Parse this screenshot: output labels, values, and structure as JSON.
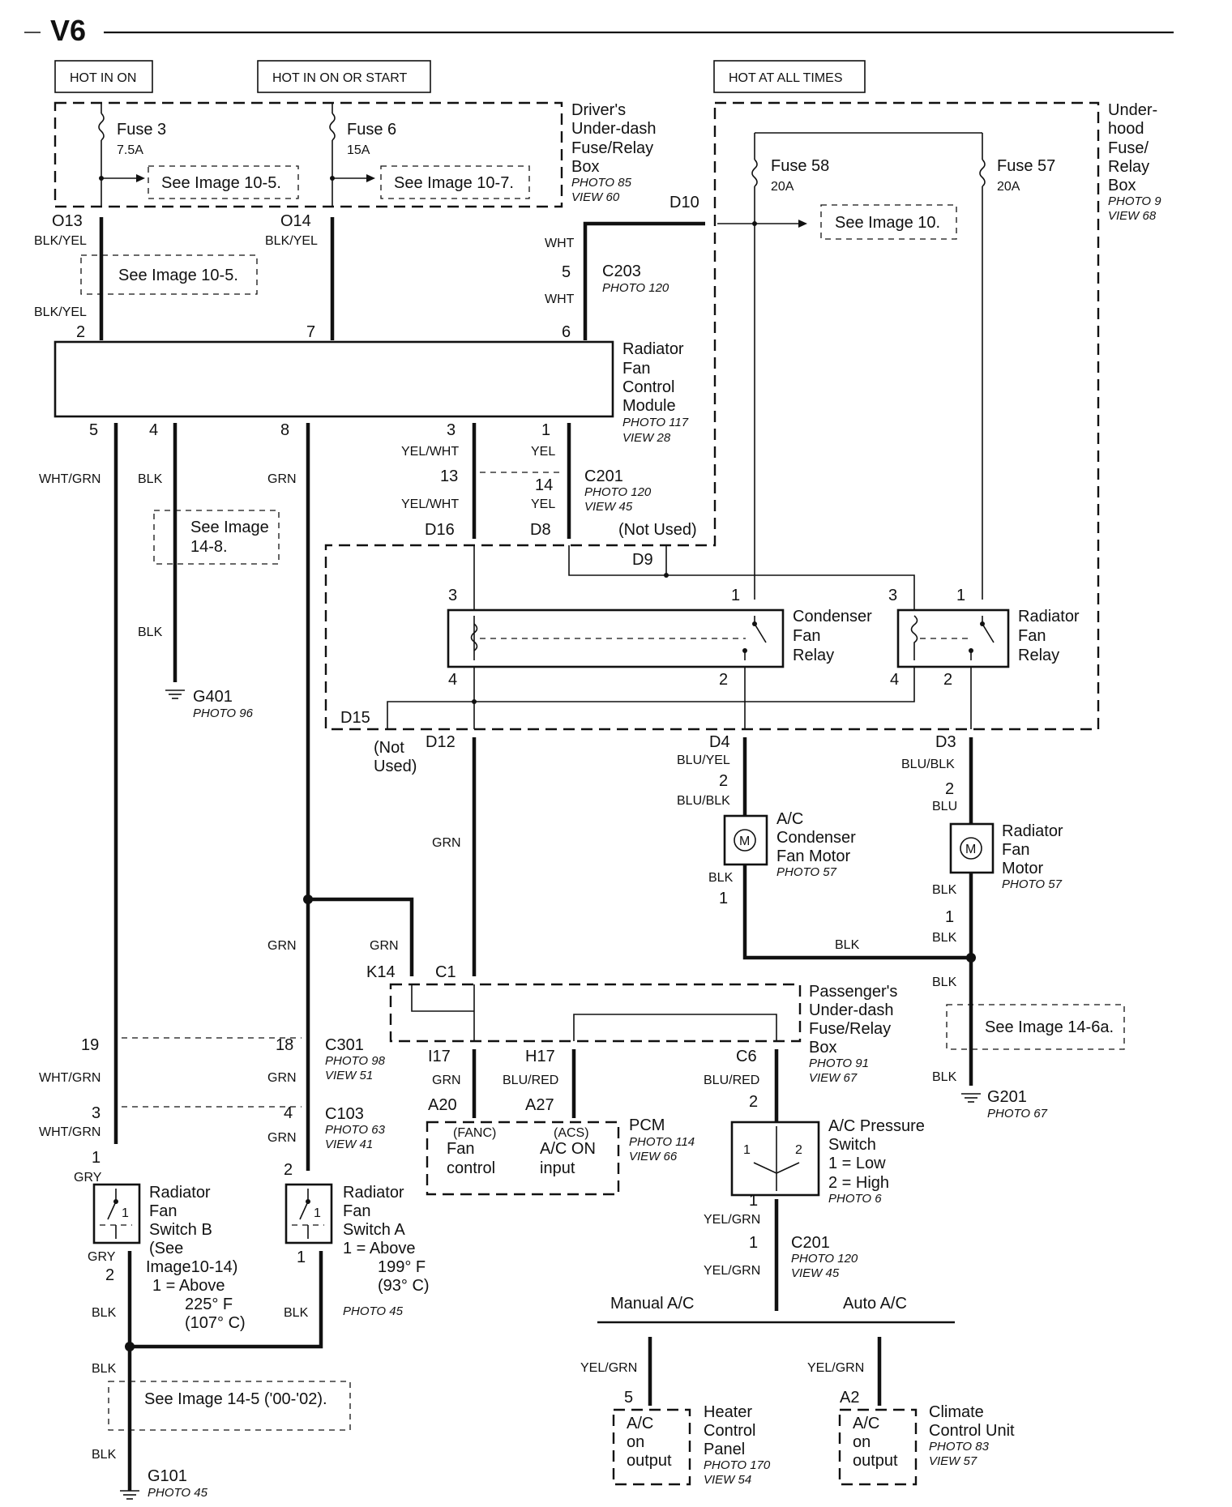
{
  "title": "V6",
  "sources": [
    "HOT IN ON",
    "HOT IN ON OR START",
    "HOT AT ALL TIMES"
  ],
  "boxes": {
    "driver_box": [
      "Driver's",
      "Under-dash",
      "Fuse/Relay",
      "Box"
    ],
    "driver_box_ref": [
      "PHOTO 85",
      "VIEW 60"
    ],
    "underhood_box": [
      "Under-",
      "hood",
      "Fuse/",
      "Relay",
      "Box"
    ],
    "underhood_box_ref": [
      "PHOTO 9",
      "VIEW 68"
    ],
    "rfcm": [
      "Radiator",
      "Fan",
      "Control",
      "Module"
    ],
    "rfcm_ref": [
      "PHOTO 117",
      "VIEW 28"
    ],
    "passenger_box": [
      "Passenger's",
      "Under-dash",
      "Fuse/Relay",
      "Box"
    ],
    "passenger_box_ref": [
      "PHOTO 91",
      "VIEW 67"
    ],
    "pcm": "PCM",
    "pcm_ref": [
      "PHOTO 114",
      "VIEW 66"
    ],
    "pcm_fanc_tag": "(FANC)",
    "pcm_fanc": [
      "Fan",
      "control"
    ],
    "pcm_acs_tag": "(ACS)",
    "pcm_acs": [
      "A/C ON",
      "input"
    ]
  },
  "fuses": {
    "fuse3": "Fuse 3",
    "fuse3_amp": "7.5A",
    "fuse6": "Fuse 6",
    "fuse6_amp": "15A",
    "fuse58": "Fuse 58",
    "fuse58_amp": "20A",
    "fuse57": "Fuse 57",
    "fuse57_amp": "20A"
  },
  "refs": {
    "see_10_5": "See Image 10-5.",
    "see_10_7": "See Image 10-7.",
    "see_10": "See Image 10.",
    "see_14_8": [
      "See Image",
      "14-8."
    ],
    "see_14_6a": "See Image 14-6a.",
    "see_14_5": "See Image 14-5 ('00-'02)."
  },
  "relays": {
    "condenser": [
      "Condenser",
      "Fan",
      "Relay"
    ],
    "radiator": [
      "Radiator",
      "Fan",
      "Relay"
    ]
  },
  "motors": {
    "ac_condenser": [
      "A/C",
      "Condenser",
      "Fan Motor"
    ],
    "ac_condenser_ref": "PHOTO 57",
    "radiator": [
      "Radiator",
      "Fan",
      "Motor"
    ],
    "radiator_ref": "PHOTO 57",
    "motor_symbol": "M"
  },
  "switches": {
    "switch_b": [
      "Radiator",
      "Fan",
      "Switch B",
      "(See",
      "Image10-14)",
      "1 = Above",
      "225° F",
      "(107° C)"
    ],
    "switch_a": [
      "Radiator",
      "Fan",
      "Switch A",
      "1 = Above",
      "199° F",
      "(93° C)"
    ],
    "switch_a_ref": "PHOTO 45",
    "pressure": [
      "A/C Pressure",
      "Switch",
      "1 = Low",
      "2 = High"
    ],
    "pressure_ref": "PHOTO 6"
  },
  "grounds": {
    "g401": "G401",
    "g401_ref": "PHOTO 96",
    "g201": "G201",
    "g201_ref": "PHOTO 67",
    "g101": "G101",
    "g101_ref": "PHOTO 45"
  },
  "connectors": {
    "c203": "C203",
    "c203_ref": "PHOTO 120",
    "c201_top": "C201",
    "c201_top_ref": [
      "PHOTO 120",
      "VIEW 45"
    ],
    "c301": "C301",
    "c301_ref": [
      "PHOTO 98",
      "VIEW 51"
    ],
    "c103": "C103",
    "c103_ref": [
      "PHOTO 63",
      "VIEW 41"
    ],
    "c201_bot": "C201",
    "c201_bot_ref": [
      "PHOTO 120",
      "VIEW 45"
    ]
  },
  "branches": {
    "manual": "Manual A/C",
    "auto": "Auto A/C",
    "heater_panel": [
      "Heater",
      "Control",
      "Panel"
    ],
    "heater_panel_ref": [
      "PHOTO 170",
      "VIEW 54"
    ],
    "climate_unit": [
      "Climate",
      "Control Unit"
    ],
    "climate_unit_ref": [
      "PHOTO 83",
      "VIEW 57"
    ],
    "ac_on_output": [
      "A/C",
      "on",
      "output"
    ]
  },
  "not_used": [
    "(Not Used)",
    "(Not",
    "Used)"
  ],
  "pins": {
    "o13": "O13",
    "o14": "O14",
    "d10": "D10",
    "d16": "D16",
    "d8": "D8",
    "d9": "D9",
    "d15": "D15",
    "d12": "D12",
    "d4": "D4",
    "d3": "D3",
    "k14": "K14",
    "c1": "C1",
    "i17": "I17",
    "h17": "H17",
    "c6": "C6",
    "a20": "A20",
    "a27": "A27",
    "a2": "A2",
    "n1": "1",
    "n2": "2",
    "n3": "3",
    "n4": "4",
    "n5": "5",
    "n6": "6",
    "n7": "7",
    "n8": "8",
    "n13": "13",
    "n14": "14",
    "n18": "18",
    "n19": "19"
  },
  "wires": {
    "blk_yel": "BLK/YEL",
    "wht": "WHT",
    "wht_grn": "WHT/GRN",
    "blk": "BLK",
    "grn": "GRN",
    "yel_wht": "YEL/WHT",
    "yel": "YEL",
    "blu_yel": "BLU/YEL",
    "blu_blk": "BLU/BLK",
    "blu": "BLU",
    "blu_red": "BLU/RED",
    "yel_grn": "YEL/GRN",
    "gry": "GRY"
  }
}
